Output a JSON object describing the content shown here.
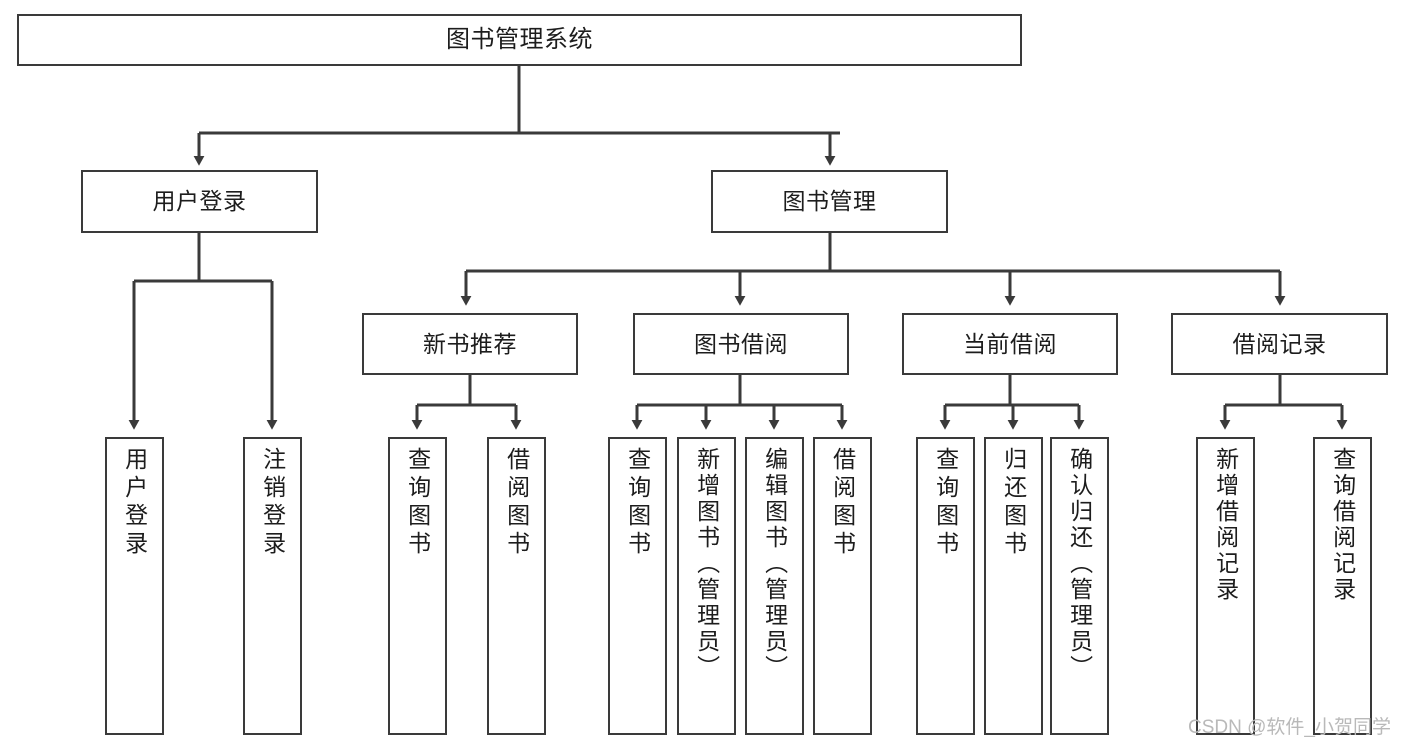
{
  "diagram": {
    "title": "图书管理系统",
    "type": "hierarchy-tree",
    "colors": {
      "stroke": "#3a3a3a",
      "fill": "#ffffff",
      "text": "#1d1d1d",
      "watermark": "#b9b9b9"
    },
    "nodes": {
      "root": {
        "label": "图书管理系统"
      },
      "level2": [
        {
          "label": "用户登录"
        },
        {
          "label": "图书管理"
        }
      ],
      "level3": [
        {
          "label": "新书推荐"
        },
        {
          "label": "图书借阅"
        },
        {
          "label": "当前借阅"
        },
        {
          "label": "借阅记录"
        }
      ],
      "leaves": {
        "user_login": [
          {
            "label": "用户登录"
          },
          {
            "label": "注销登录"
          }
        ],
        "new_book_recommend": [
          {
            "label": "查询图书"
          },
          {
            "label": "借阅图书"
          }
        ],
        "book_borrow": [
          {
            "label": "查询图书"
          },
          {
            "label": "新增图书（管理员）"
          },
          {
            "label": "编辑图书（管理员）"
          },
          {
            "label": "借阅图书"
          }
        ],
        "current_borrow": [
          {
            "label": "查询图书"
          },
          {
            "label": "归还图书"
          },
          {
            "label": "确认归还（管理员）"
          }
        ],
        "borrow_record": [
          {
            "label": "新增借阅记录"
          },
          {
            "label": "查询借阅记录"
          }
        ]
      }
    },
    "watermark": "CSDN @软件_小贺同学"
  }
}
